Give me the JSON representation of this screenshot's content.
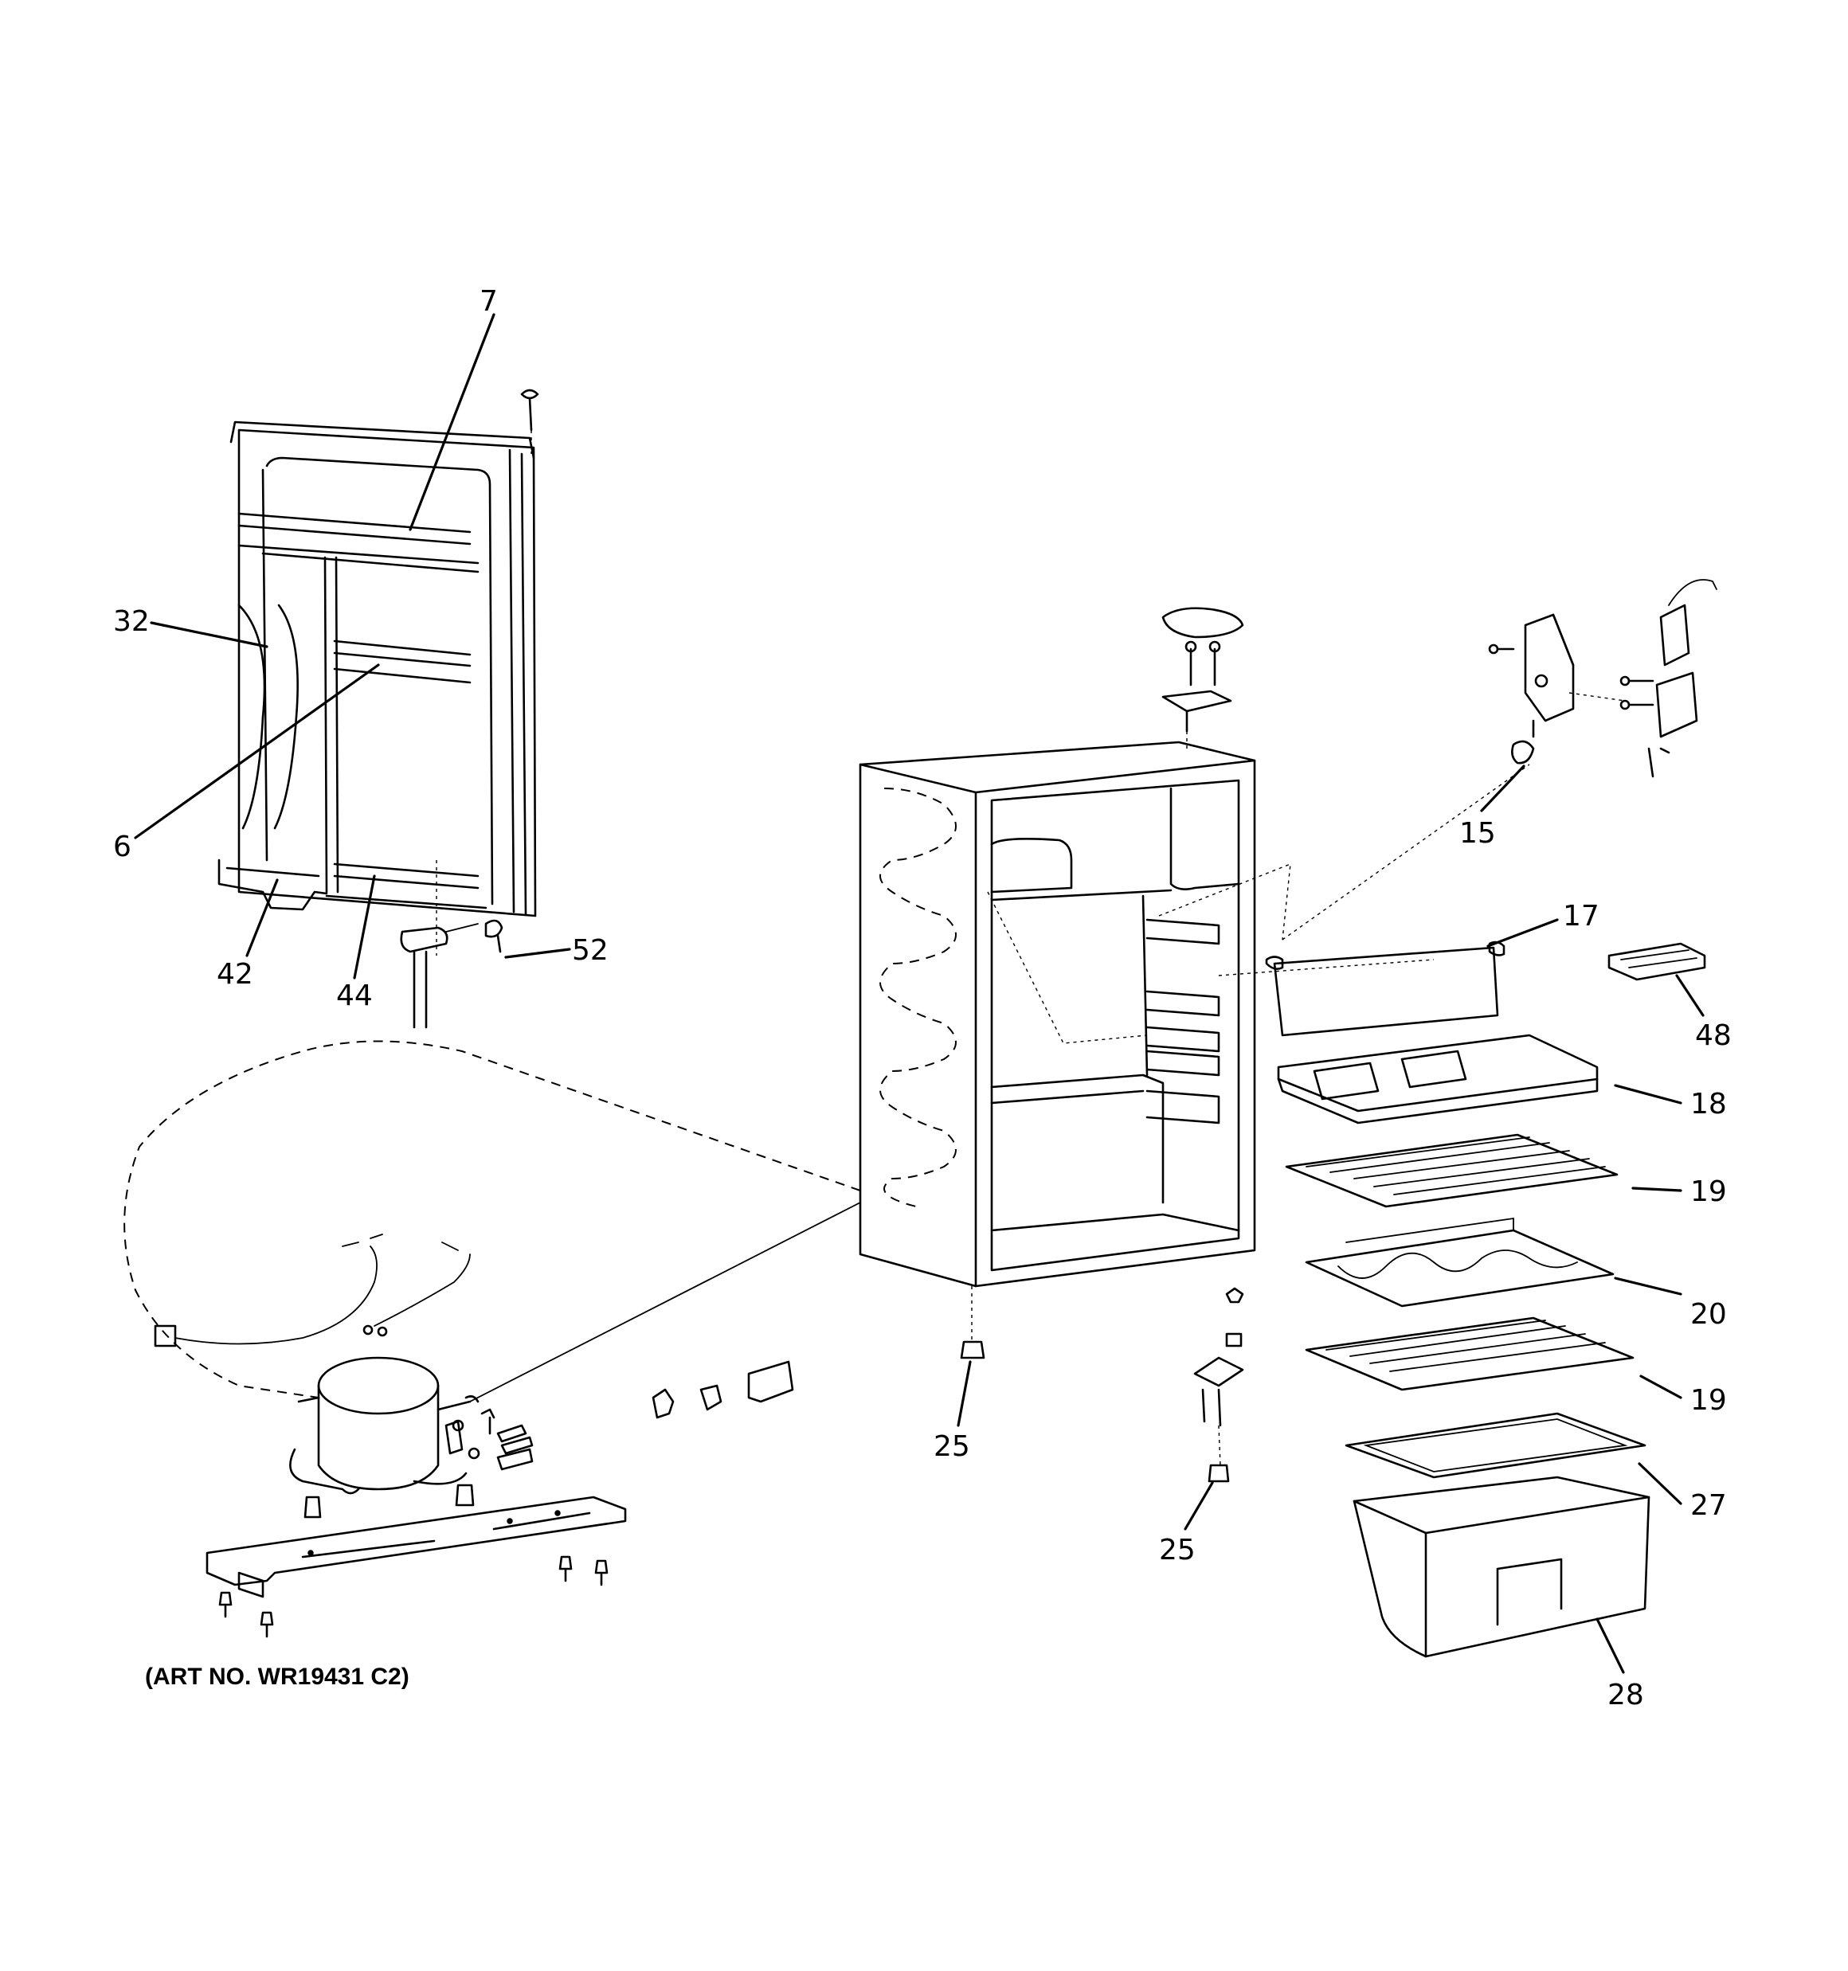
{
  "art_number": "(ART NO. WR19431 C2)",
  "callouts": [
    {
      "id": "c7",
      "label": "7"
    },
    {
      "id": "c32",
      "label": "32"
    },
    {
      "id": "c6",
      "label": "6"
    },
    {
      "id": "c42",
      "label": "42"
    },
    {
      "id": "c44",
      "label": "44"
    },
    {
      "id": "c52",
      "label": "52"
    },
    {
      "id": "c15",
      "label": "15"
    },
    {
      "id": "c17",
      "label": "17"
    },
    {
      "id": "c48",
      "label": "48"
    },
    {
      "id": "c18",
      "label": "18"
    },
    {
      "id": "c19a",
      "label": "19"
    },
    {
      "id": "c20",
      "label": "20"
    },
    {
      "id": "c19b",
      "label": "19"
    },
    {
      "id": "c27",
      "label": "27"
    },
    {
      "id": "c28",
      "label": "28"
    },
    {
      "id": "c25a",
      "label": "25"
    },
    {
      "id": "c25b",
      "label": "25"
    }
  ]
}
